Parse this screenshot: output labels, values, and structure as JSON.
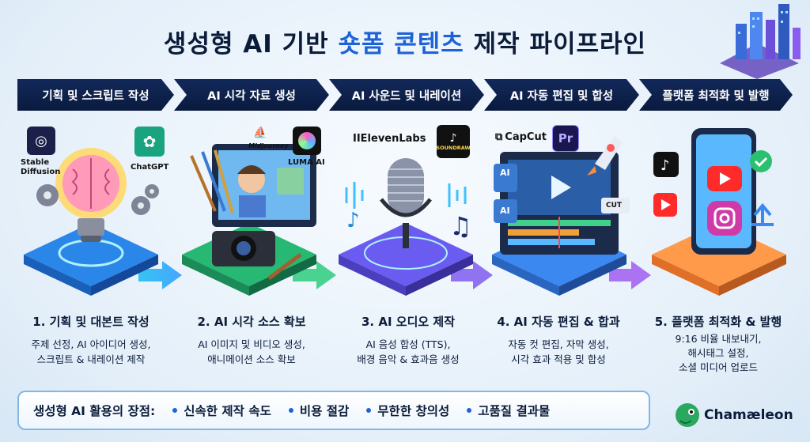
{
  "title": {
    "prefix": "생성형 AI 기반 ",
    "highlight": "숏폼 콘텐츠",
    "suffix": " 제작 파이프라인"
  },
  "pipeline_steps": [
    {
      "header": "기획 및 스크립트 작성",
      "title": "1. 기획 및 대본트 작성",
      "desc_lines": [
        "주제 선정, AI 아이디어 생성,",
        "스크립트 & 내레이션 제작"
      ]
    },
    {
      "header": "AI 시각 자료 생성",
      "title": "2. AI 시각 소스 확보",
      "desc_lines": [
        "AI 이미지 및 비디오 생성,",
        "애니메이션 소스 확보"
      ]
    },
    {
      "header": "AI 사운드 및 내레이션",
      "title": "3. AI 오디오 제작",
      "desc_lines": [
        "AI 음성 합성 (TTS),",
        "배경 음악 & 효과음 생성"
      ]
    },
    {
      "header": "AI 자동 편집 및 합성",
      "title": "4. AI 자동 편집 & 합과",
      "desc_lines": [
        "자동 컷 편집, 자막 생성,",
        "시각 효과 적용 및 합성"
      ]
    },
    {
      "header": "플랫폼 최적화 및 발행",
      "title": "5. 플랫폼 최적화 & 발행",
      "desc_lines": [
        "9:16 비율 내보내기,",
        "해시태그 설정,",
        "소셜 미디어 업로드"
      ]
    }
  ],
  "tools": {
    "stable_diffusion": "Stable Diffusion",
    "chatgpt": "ChatGPT",
    "midjourney": "Midjourney",
    "luma": "LUMA AI",
    "elevenlabs": "IIElevenLabs",
    "soundraw": "SOUNDRAW",
    "capcut": "CapCut",
    "premiere": "Pr",
    "ai_tag": "AI",
    "cut_tag": "CUT"
  },
  "benefits": {
    "label": "생성형 AI 활용의 장점:",
    "items": [
      "신속한 제작 속도",
      "비용 절감",
      "무한한 창의성",
      "고품질 결과물"
    ]
  },
  "brand": {
    "name": "Chamæleon"
  },
  "colors": {
    "navy": "#0b1c3a",
    "accent": "#1e63d6",
    "header_bg": "#12295a"
  }
}
